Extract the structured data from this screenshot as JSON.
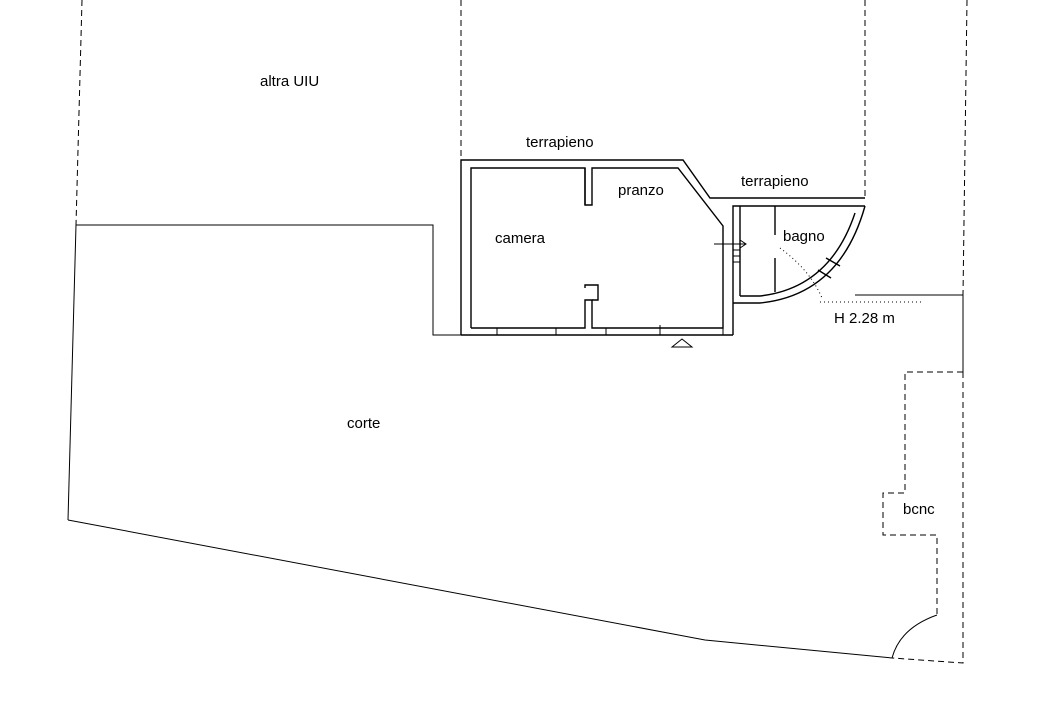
{
  "labels": {
    "altra_uiu": "altra UIU",
    "terrapieno_top": "terrapieno",
    "terrapieno_right": "terrapieno",
    "camera": "camera",
    "pranzo": "pranzo",
    "bagno": "bagno",
    "height": "H 2.28 m",
    "corte": "corte",
    "bcnc": "bcnc"
  }
}
